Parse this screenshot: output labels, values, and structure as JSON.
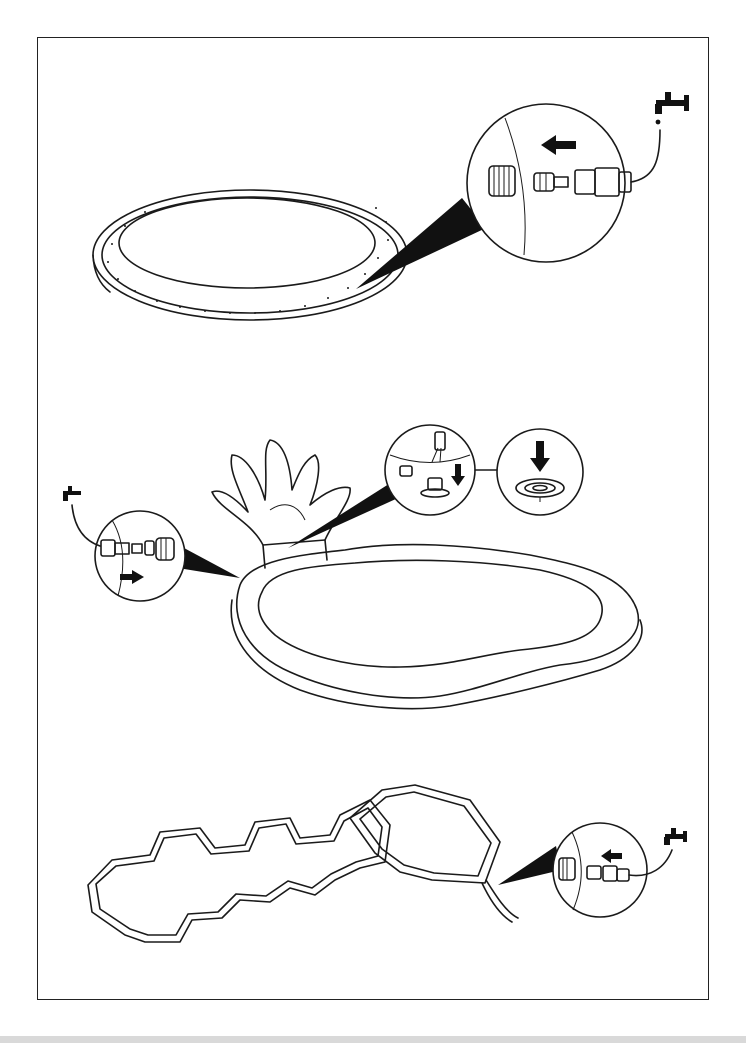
{
  "page": {
    "title": "",
    "illustrations": [
      {
        "name": "oval-sprinkler-mat",
        "icons": [
          "faucet-icon",
          "hose-connector-icon",
          "arrow-left-icon"
        ]
      },
      {
        "name": "tree-sprinkler-pool",
        "icons": [
          "faucet-icon",
          "hose-connector-icon",
          "arrow-right-icon",
          "arrow-down-icon",
          "drain-valve-icon"
        ]
      },
      {
        "name": "zigzag-sprinkler-hose",
        "icons": [
          "faucet-icon",
          "hose-connector-icon",
          "arrow-left-icon"
        ]
      }
    ]
  },
  "colors": {
    "line": "#1a1a1a",
    "background": "#ffffff",
    "frame": "#222222",
    "footer-rule": "#d9d9d9"
  }
}
